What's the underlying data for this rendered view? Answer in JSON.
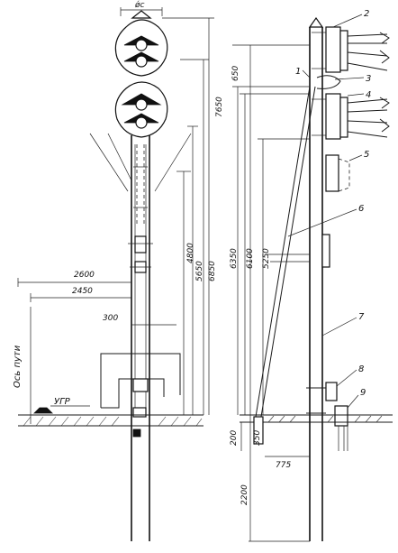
{
  "labels": {
    "top_dim": "ǿс",
    "track_axis": "Ось пути",
    "ugr": "УГР"
  },
  "left_view": {
    "dims_vertical": [
      "4800",
      "5650",
      "6850",
      "7650"
    ],
    "dims_horizontal": [
      "2600",
      "2450",
      "300"
    ]
  },
  "right_view": {
    "dims_vertical": [
      "650",
      "6350",
      "6100",
      "5250"
    ],
    "dims_bottom": [
      "200",
      "350",
      "775",
      "2200"
    ],
    "callouts": [
      "1",
      "2",
      "3",
      "4",
      "5",
      "6",
      "7",
      "8",
      "9"
    ]
  }
}
